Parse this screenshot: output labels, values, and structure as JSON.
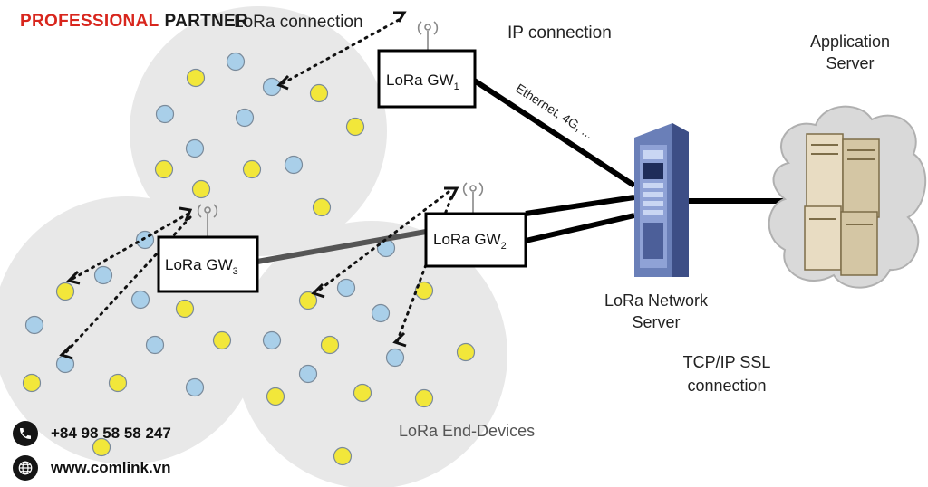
{
  "brand": {
    "word1": "PROFESSIONAL",
    "word2": "PARTNER"
  },
  "contact": {
    "phone": "+84 98 58 58 247",
    "website": "www.comlink.vn"
  },
  "diagram": {
    "top_label": "LoRa connection",
    "ip_label": "IP connection",
    "ethernet_label": "Ethernet, 4G, ...",
    "gateways": [
      {
        "name": "LoRa GW",
        "sub": "1"
      },
      {
        "name": "LoRa GW",
        "sub": "2"
      },
      {
        "name": "LoRa GW",
        "sub": "3"
      }
    ],
    "network_server": {
      "line1": "LoRa Network",
      "line2": "Server"
    },
    "app_server": {
      "line1": "Application",
      "line2": "Server"
    },
    "tcp_label": {
      "line1": "TCP/IP SSL",
      "line2": "connection"
    },
    "end_devices_label": "LoRa End-Devices"
  },
  "colors": {
    "brand_red": "#d8261d",
    "device_blue": "#a9cfe9",
    "device_yellow": "#f2e73a",
    "cell_gray": "#e8e8e8"
  }
}
